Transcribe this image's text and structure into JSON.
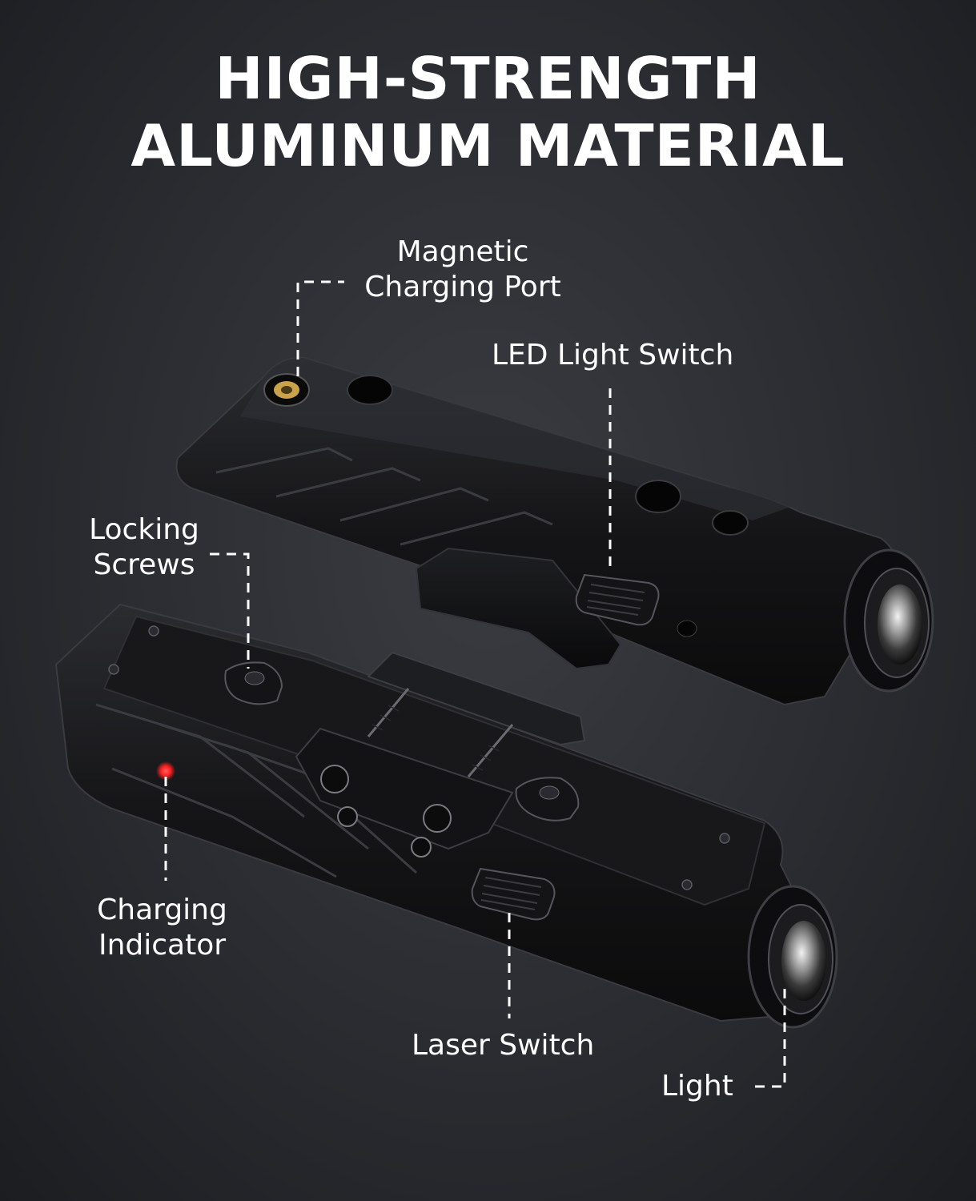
{
  "title": {
    "line1": "HIGH-STRENGTH",
    "line2": "ALUMINUM MATERIAL"
  },
  "callouts": {
    "magnetic_port": {
      "line1": "Magnetic",
      "line2": "Charging Port"
    },
    "led_switch": {
      "line1": "LED Light Switch"
    },
    "locking_screws": {
      "line1": "Locking",
      "line2": "Screws"
    },
    "charging_indicator": {
      "line1": "Charging",
      "line2": "Indicator"
    },
    "laser_switch": {
      "line1": "Laser Switch"
    },
    "light": {
      "line1": "Light"
    }
  },
  "colors": {
    "background": "#2a2c31",
    "body_metal": "#1a1a1c",
    "text": "#ffffff",
    "indicator_red": "#ff2020",
    "port_gold": "#c9a24a"
  }
}
